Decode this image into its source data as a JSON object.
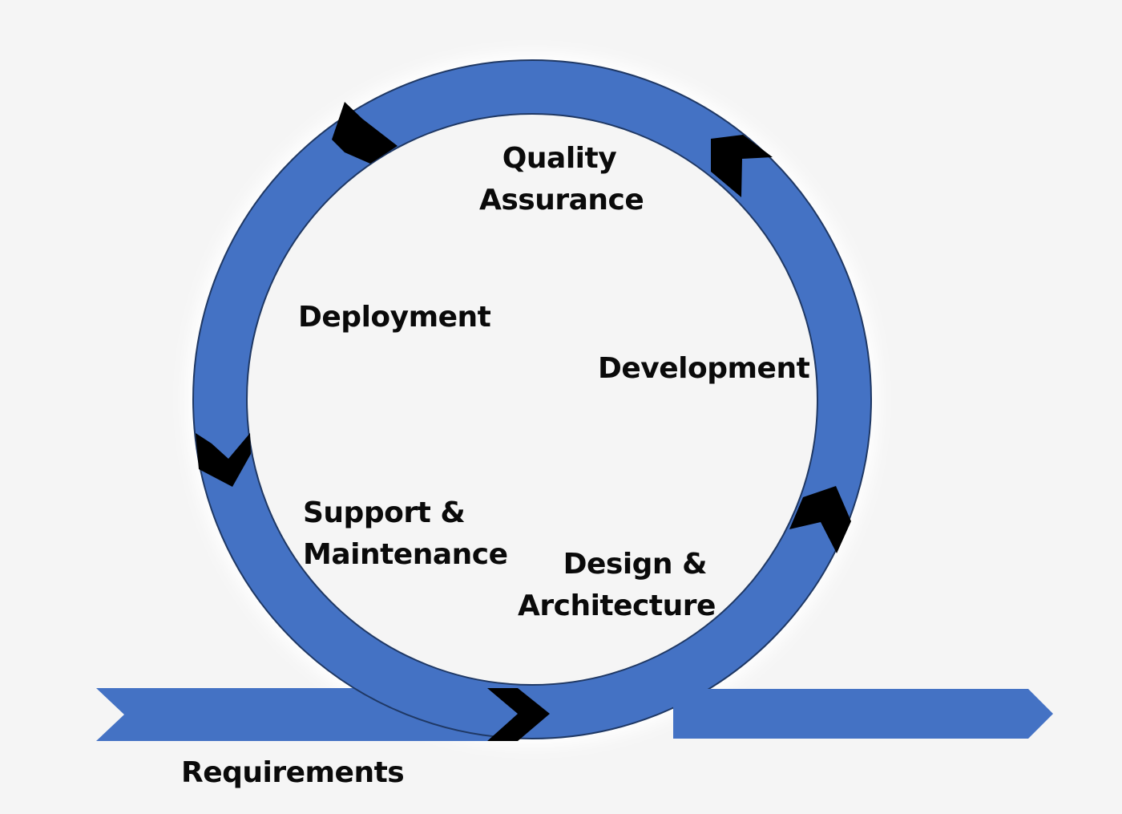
{
  "colors": {
    "background": "#f5f5f5",
    "ring_fill": "#4472c4",
    "ring_stroke": "#1f3864",
    "inner_fill": "#f5f5f5",
    "chevron": "#000000",
    "text": "#0a0a0a"
  },
  "stages": {
    "quality_assurance": {
      "line1": "Quality",
      "line2": "Assurance"
    },
    "deployment": "Deployment",
    "development": "Development",
    "support_maintenance": {
      "line1": "Support &",
      "line2": "Maintenance"
    },
    "design_architecture": {
      "line1": "Design &",
      "line2": "Architecture"
    },
    "requirements": "Requirements"
  },
  "icons": {
    "cycle_direction": "chevron-arrow-icon",
    "flow_arrow": "arrow-right-icon"
  }
}
